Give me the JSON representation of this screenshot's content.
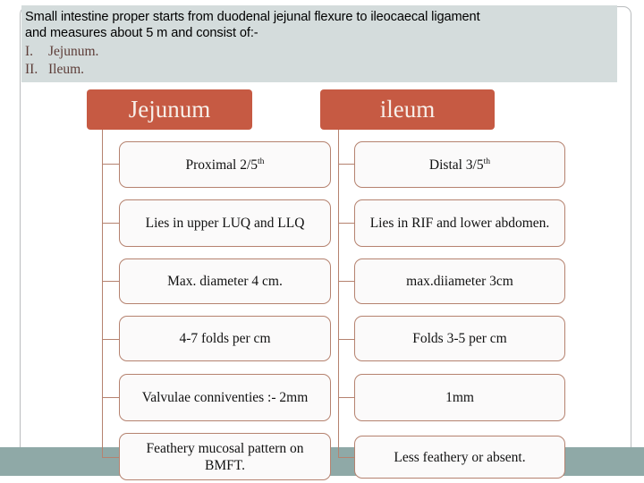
{
  "banner": {
    "line1": "Small intestine proper starts from duodenal jejunal flexure to ileocaecal ligament",
    "line2": "and measures about 5 m and consist of:-",
    "items": [
      {
        "num": "I.",
        "label": "Jejunum."
      },
      {
        "num": "II.",
        "label": "Ileum."
      }
    ]
  },
  "columns": [
    {
      "title": "Jejunum"
    },
    {
      "title": "ileum"
    }
  ],
  "rows": [
    {
      "jejunum": {
        "pre": "Proximal 2/5",
        "sup": "th",
        "post": ""
      },
      "ileum": {
        "pre": "Distal 3/5",
        "sup": "th",
        "post": ""
      }
    },
    {
      "jejunum": {
        "pre": "Lies in upper LUQ and LLQ",
        "sup": "",
        "post": ""
      },
      "ileum": {
        "pre": "Lies in RIF and lower abdomen.",
        "sup": "",
        "post": ""
      }
    },
    {
      "jejunum": {
        "pre": "Max. diameter 4 cm.",
        "sup": "",
        "post": ""
      },
      "ileum": {
        "pre": "max.diiameter 3cm",
        "sup": "",
        "post": ""
      }
    },
    {
      "jejunum": {
        "pre": "4-7 folds per cm",
        "sup": "",
        "post": ""
      },
      "ileum": {
        "pre": "Folds 3-5 per cm",
        "sup": "",
        "post": ""
      }
    },
    {
      "jejunum": {
        "pre": "Valvulae conniventies :- 2mm",
        "sup": "",
        "post": ""
      },
      "ileum": {
        "pre": "1mm",
        "sup": "",
        "post": ""
      }
    },
    {
      "jejunum": {
        "pre": "Feathery mucosal pattern on BMFT.",
        "sup": "",
        "post": ""
      },
      "ileum": {
        "pre": "Less feathery or absent.",
        "sup": "",
        "post": ""
      }
    }
  ],
  "colors": {
    "header_box": "#c65a43",
    "banner_bg": "#d4dcdc",
    "band": "#8fa9a7",
    "cell_border": "#b5826f",
    "list_text": "#5d3d38"
  }
}
